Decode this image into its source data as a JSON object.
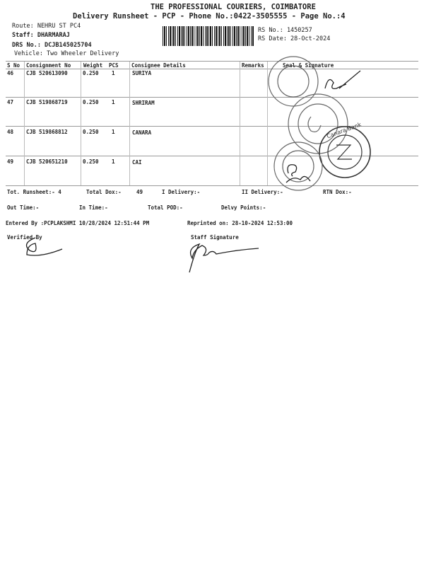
{
  "header": {
    "company": "THE PROFESSIONAL COURIERS, COIMBATORE",
    "title": "Delivery Runsheet - PCP - Phone No.:0422-3505555 - Page No.:4",
    "route": "Route: NEHRU ST PC4",
    "staff": "Staff: DHARMARAJ",
    "drs_no": "DRS No.: DCJB145025704",
    "vehicle": "Vehicle: Two Wheeler Delivery",
    "rs_no": "RS No.: 1450257",
    "rs_date": "RS Date: 28-Oct-2024"
  },
  "table": {
    "columns": [
      "S No",
      "Consignment No",
      "Weight",
      "PCS",
      "Consignee Details",
      "Remarks",
      "Seal & Signature"
    ],
    "rows": [
      {
        "sno": "46",
        "consignment": "CJB 520613090",
        "weight": "0.250",
        "pcs": "1",
        "consignee": "SURIYA"
      },
      {
        "sno": "47",
        "consignment": "CJB 519868719",
        "weight": "0.250",
        "pcs": "1",
        "consignee": "SHRIRAM"
      },
      {
        "sno": "48",
        "consignment": "CJB 519868812",
        "weight": "0.250",
        "pcs": "1",
        "consignee": "CANARA"
      },
      {
        "sno": "49",
        "consignment": "CJB 520651210",
        "weight": "0.250",
        "pcs": "1",
        "consignee": "CAI"
      }
    ]
  },
  "summary": {
    "tot_runsheet": "Tot. Runsheet:- 4",
    "total_dox": "Total Dox:-",
    "total_dox_value": "49",
    "i_delivery": "I Delivery:-",
    "ii_delivery": "II Delivery:-",
    "rtn_dox": "RTN Dox:-",
    "out_time": "Out Time:-",
    "in_time": "In Time:-",
    "total_pod": "Total POD:-",
    "delvy_points": "Delvy Points:-",
    "entered_by": "Entered By :PCPLAKSHMI 10/28/2024 12:51:44 PM",
    "reprinted_on": "Reprinted on: 28-10-2024 12:53:00",
    "verified_by": "Verified By",
    "staff_signature": "Staff Signature"
  },
  "stamps": {
    "bank": "Canara Bank"
  },
  "colors": {
    "stamp": "#555555",
    "ink": "#222222"
  }
}
